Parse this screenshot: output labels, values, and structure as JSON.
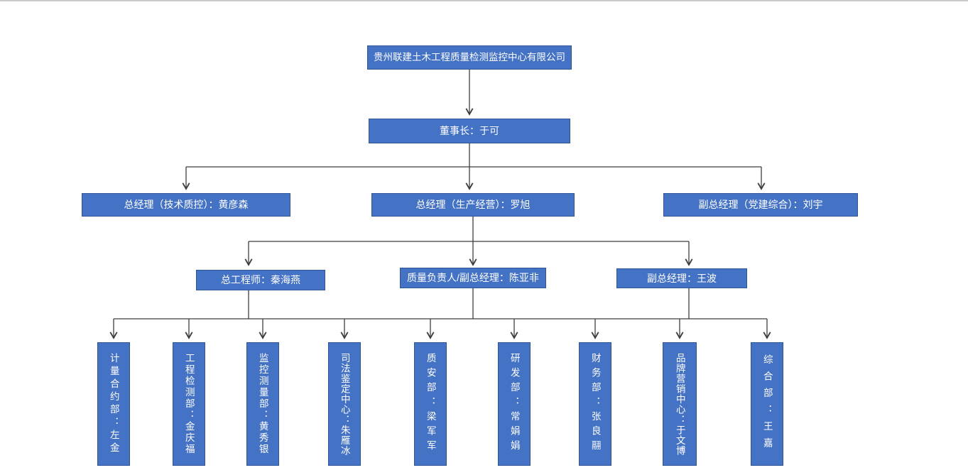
{
  "colors": {
    "node_fill": "#4472C4",
    "node_border": "#2F5597",
    "node_text": "#ffffff",
    "connector": "#404040",
    "page_background": "#ffffff"
  },
  "org": {
    "root": {
      "label": "贵州联建土木工程质量检测监控中心有限公司"
    },
    "chairman": {
      "label": "董事长：于可"
    },
    "executives": [
      {
        "label": "总经理（技术质控）：黄彦森"
      },
      {
        "label": "总经理（生产经营）：罗旭"
      },
      {
        "label": "副总经理（党建综合）：刘宇"
      }
    ],
    "managers": [
      {
        "label": "总工程师：秦海燕"
      },
      {
        "label": "质量负责人/副总经理：陈亚非"
      },
      {
        "label": "副总经理：王波"
      }
    ],
    "departments": [
      {
        "label": "计量合约部：左金"
      },
      {
        "label": "工程检测部：金庆福"
      },
      {
        "label": "监控测量部：黄秀银"
      },
      {
        "label": "司法鉴定中心：朱雁冰"
      },
      {
        "label": "质安部：梁军军"
      },
      {
        "label": "研发部：常娟娟"
      },
      {
        "label": "财务部：张良翮"
      },
      {
        "label": "品牌营销中心：于文博"
      },
      {
        "label": "综合部：王嘉"
      }
    ]
  }
}
